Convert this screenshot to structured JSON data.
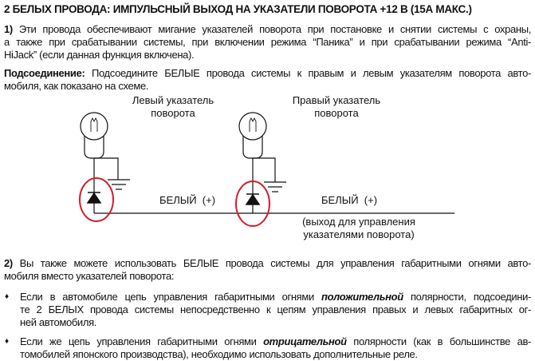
{
  "title": "2 БЕЛЫХ ПРОВОДА: ИМПУЛЬСНЫЙ ВЫХОД НА УКАЗАТЕЛИ ПОВОРОТА +12 В (15А МАКС.)",
  "para1": {
    "num": "1)",
    "lines": [
      "Эти провода обеспечивают мигание указателей поворота при постановке и снятии системы с охраны,",
      "а также при срабатывании системы, при включении режима “Паника” и при срабатывании режима “Anti-",
      "HiJack” (если данная функция включена)."
    ]
  },
  "connection": {
    "label": "Подсоединение:",
    "lines": [
      "Подсоедините БЕЛЫЕ провода системы к правым и левым указателям поворота авто-",
      "мобиля, как показано на схеме."
    ]
  },
  "diagram": {
    "left_label": [
      "Левый указатель",
      "поворота"
    ],
    "right_label": [
      "Правый указатель",
      "поворота"
    ],
    "wire_label_1": "БЕЛЫЙ  (+)",
    "wire_label_2": "БЕЛЫЙ  (+)",
    "output_label": [
      "(выход для управления",
      "указателями поворота)"
    ],
    "highlight_color": "#d0202a"
  },
  "para2": {
    "num": "2)",
    "lines": [
      "Вы также можете использовать БЕЛЫЕ провода системы для управления габаритными огнями авто-",
      "мобиля вместо указателей поворота:"
    ]
  },
  "bullets": [
    {
      "pre": "Если в автомобиле цепь управления габаритными огнями ",
      "em": "положительной",
      "post": " полярности, подсоедини-",
      "lines": [
        "те 2 БЕЛЫХ провода системы непосредственно к цепям управления правых и левых габаритных ог-",
        "ней автомобиля."
      ]
    },
    {
      "pre": "Если же цепь управления габаритными огнями ",
      "em": "отрицательной",
      "post": " полярности (как в большинстве ав-",
      "lines": [
        "томобилей японского производства), необходимо использовать дополнительные реле."
      ]
    }
  ],
  "bullet_glyph": "♦"
}
